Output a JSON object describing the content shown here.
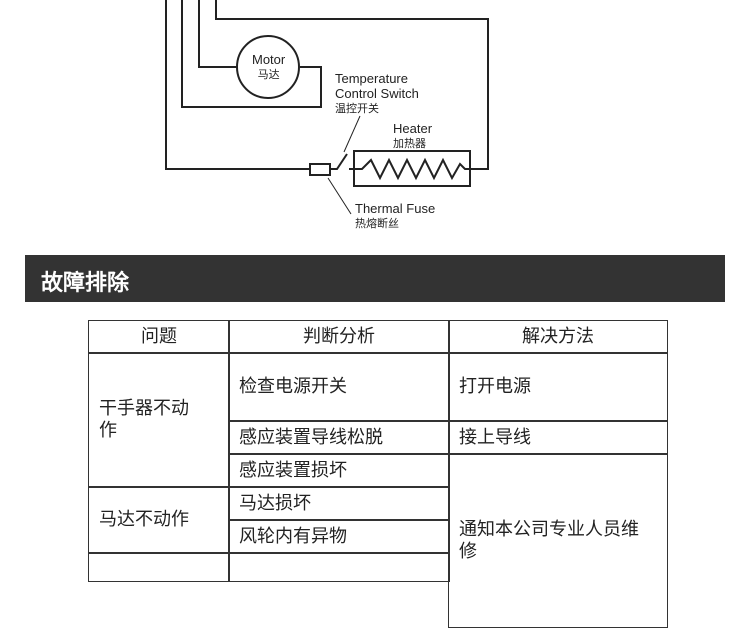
{
  "diagram": {
    "motor": {
      "en": "Motor",
      "cn": "马达"
    },
    "switch": {
      "en1": "Temperature",
      "en2": "Control Switch",
      "cn": "温控开关"
    },
    "heater": {
      "en": "Heater",
      "cn": "加热器"
    },
    "fuse": {
      "en": "Thermal Fuse",
      "cn": "热熔断丝"
    }
  },
  "section": {
    "title": "故障排除"
  },
  "table": {
    "headers": [
      "问题",
      "判断分析",
      "解决方法"
    ],
    "problems": [
      "干手器不动作",
      "马达不动作"
    ],
    "analysis": [
      "检查电源开关",
      "感应装置导线松脱",
      "感应装置损坏",
      "马达损坏",
      "风轮内有异物"
    ],
    "solutions": [
      "打开电源",
      "接上导线",
      "通知本公司专业人员维修"
    ]
  }
}
